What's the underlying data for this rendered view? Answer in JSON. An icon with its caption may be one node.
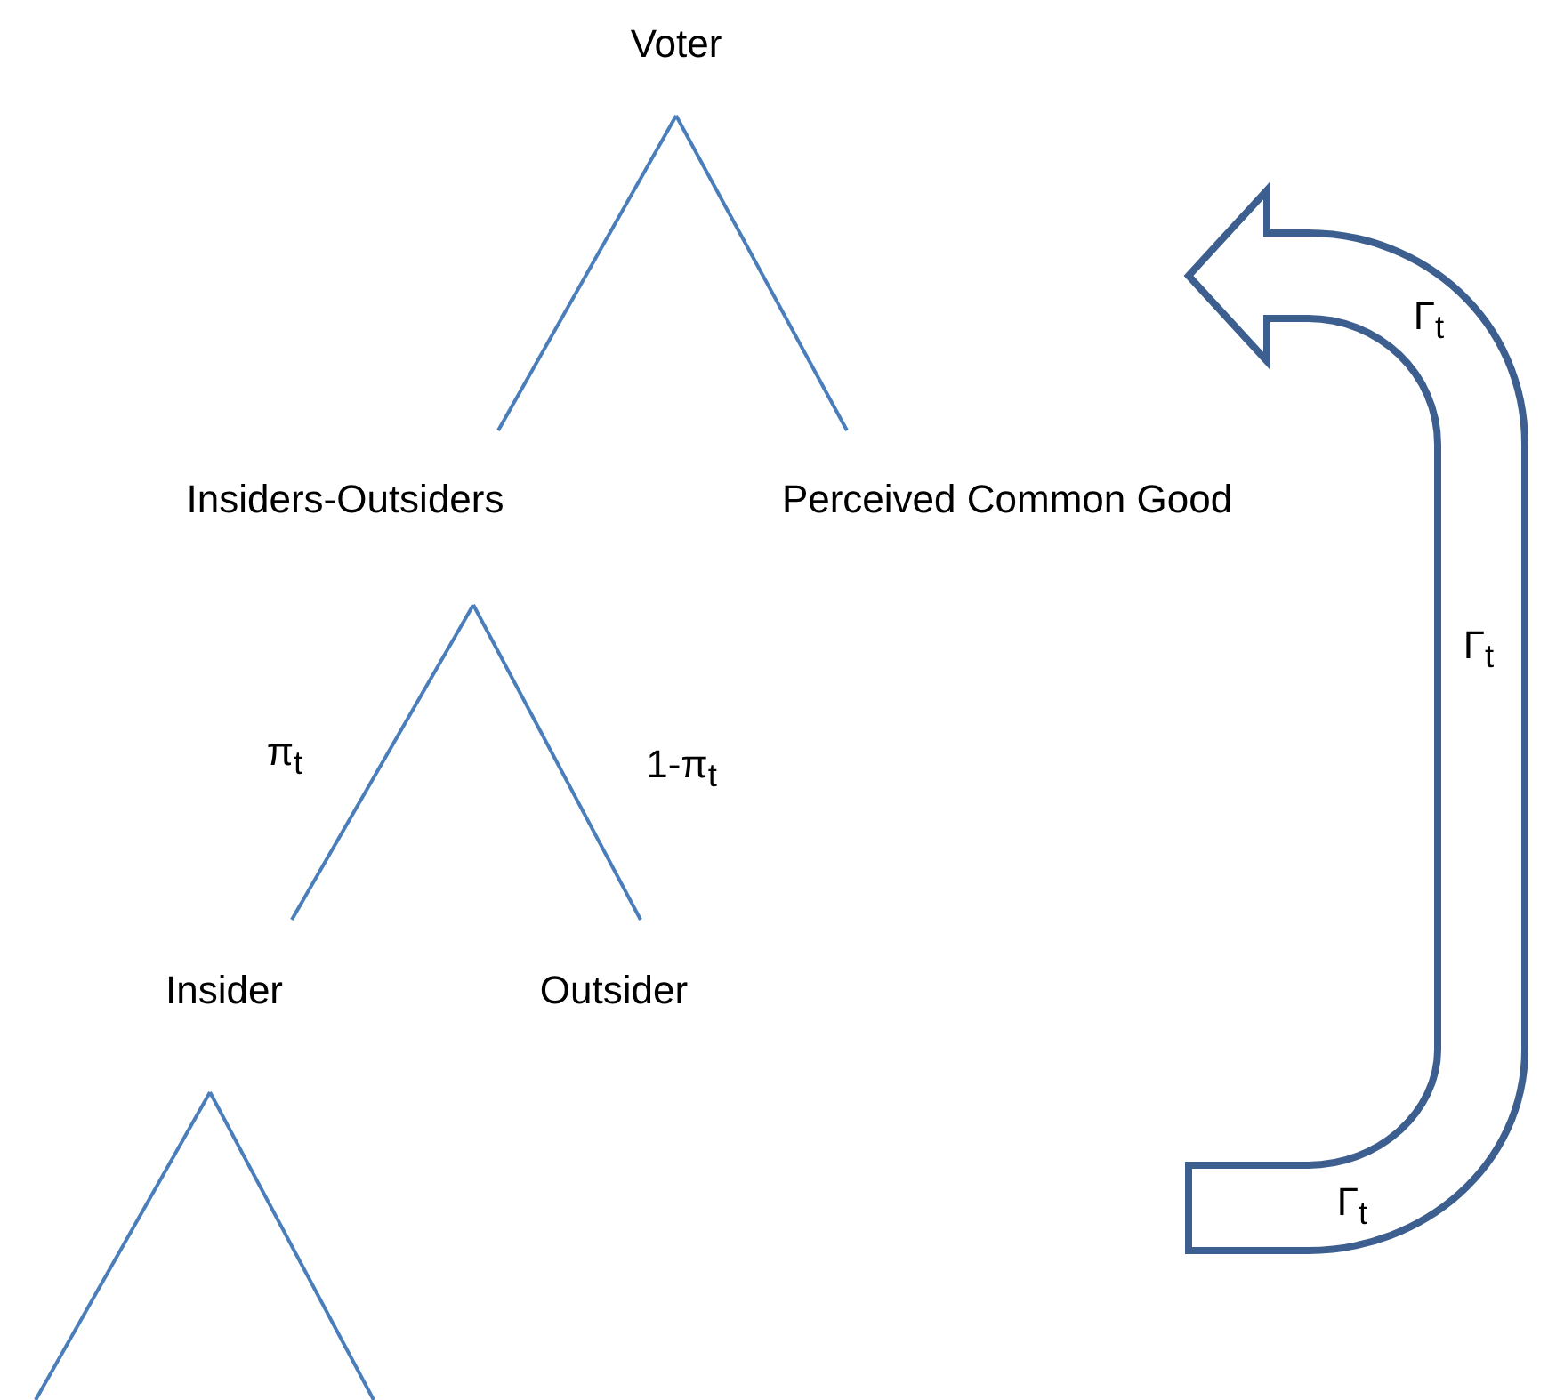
{
  "diagram": {
    "nodes": [
      {
        "text": [
          "Voter"
        ]
      },
      {
        "text": [
          "Insiders-Outsiders"
        ]
      },
      {
        "text": [
          "Perceived Common Good"
        ]
      },
      {
        "text": [
          "Insider"
        ]
      },
      {
        "text": [
          "Outsider"
        ]
      }
    ],
    "edges": [
      {
        "from": 0,
        "to": 1,
        "arrow": "none"
      },
      {
        "from": 0,
        "to": 2,
        "arrow": "none"
      },
      {
        "from": 1,
        "to": 3,
        "arrow": "none",
        "label": "π$_{t}$"
      },
      {
        "from": 1,
        "to": 4,
        "arrow": "none",
        "label": "1-π$_{t}$"
      },
      {
        "from": 3,
        "to": null,
        "arrow": "none"
      },
      {
        "from": 3,
        "to": null,
        "arrow": "none"
      }
    ],
    "labels": [
      "Γ$_{t}$",
      "Γ$_{t}$",
      "Γ$_{t}$"
    ]
  }
}
